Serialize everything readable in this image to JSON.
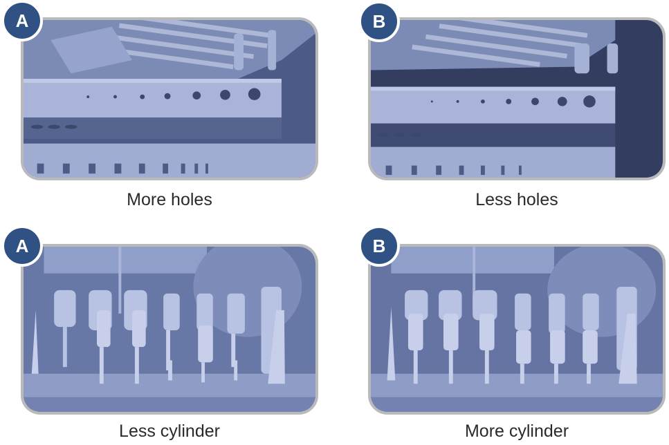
{
  "panels": [
    {
      "badge": "A",
      "caption": "More holes"
    },
    {
      "badge": "B",
      "caption": "Less holes"
    },
    {
      "badge": "A",
      "caption": "Less cylinder"
    },
    {
      "badge": "B",
      "caption": "More cylinder"
    }
  ],
  "colors": {
    "badge": "#2f5183",
    "border": "#b9babc",
    "resin": "#8f9ec4"
  }
}
